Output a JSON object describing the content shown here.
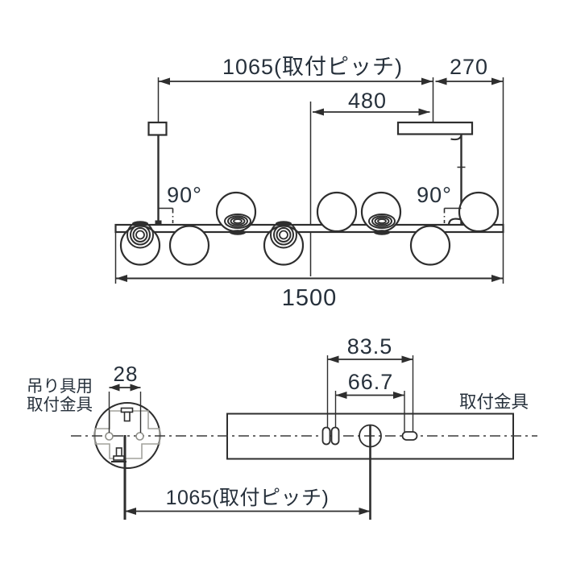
{
  "drawing": {
    "upper_view": {
      "dim_mounting_pitch": "1065(取付ピッチ)",
      "dim_right_overhang": "270",
      "dim_canopy_offset": "480",
      "dim_total_length": "1500",
      "angle_left": "90°",
      "angle_right": "90°"
    },
    "lower_view": {
      "dim_slot_span_outer": "83.5",
      "dim_slot_span_inner": "66.7",
      "dim_hanger_hole_pitch": "28",
      "dim_mounting_pitch": "1065(取付ピッチ)",
      "hanger_bracket_label_line1": "吊り具用",
      "hanger_bracket_label_line2": "取付金具",
      "mounting_bracket_label": "取付金具"
    },
    "colors": {
      "line": "#2e2e2e",
      "text": "#26303b",
      "bracket_gray": "#a2a29c",
      "centerline": "#3a3a3a",
      "background": "#ffffff"
    }
  }
}
